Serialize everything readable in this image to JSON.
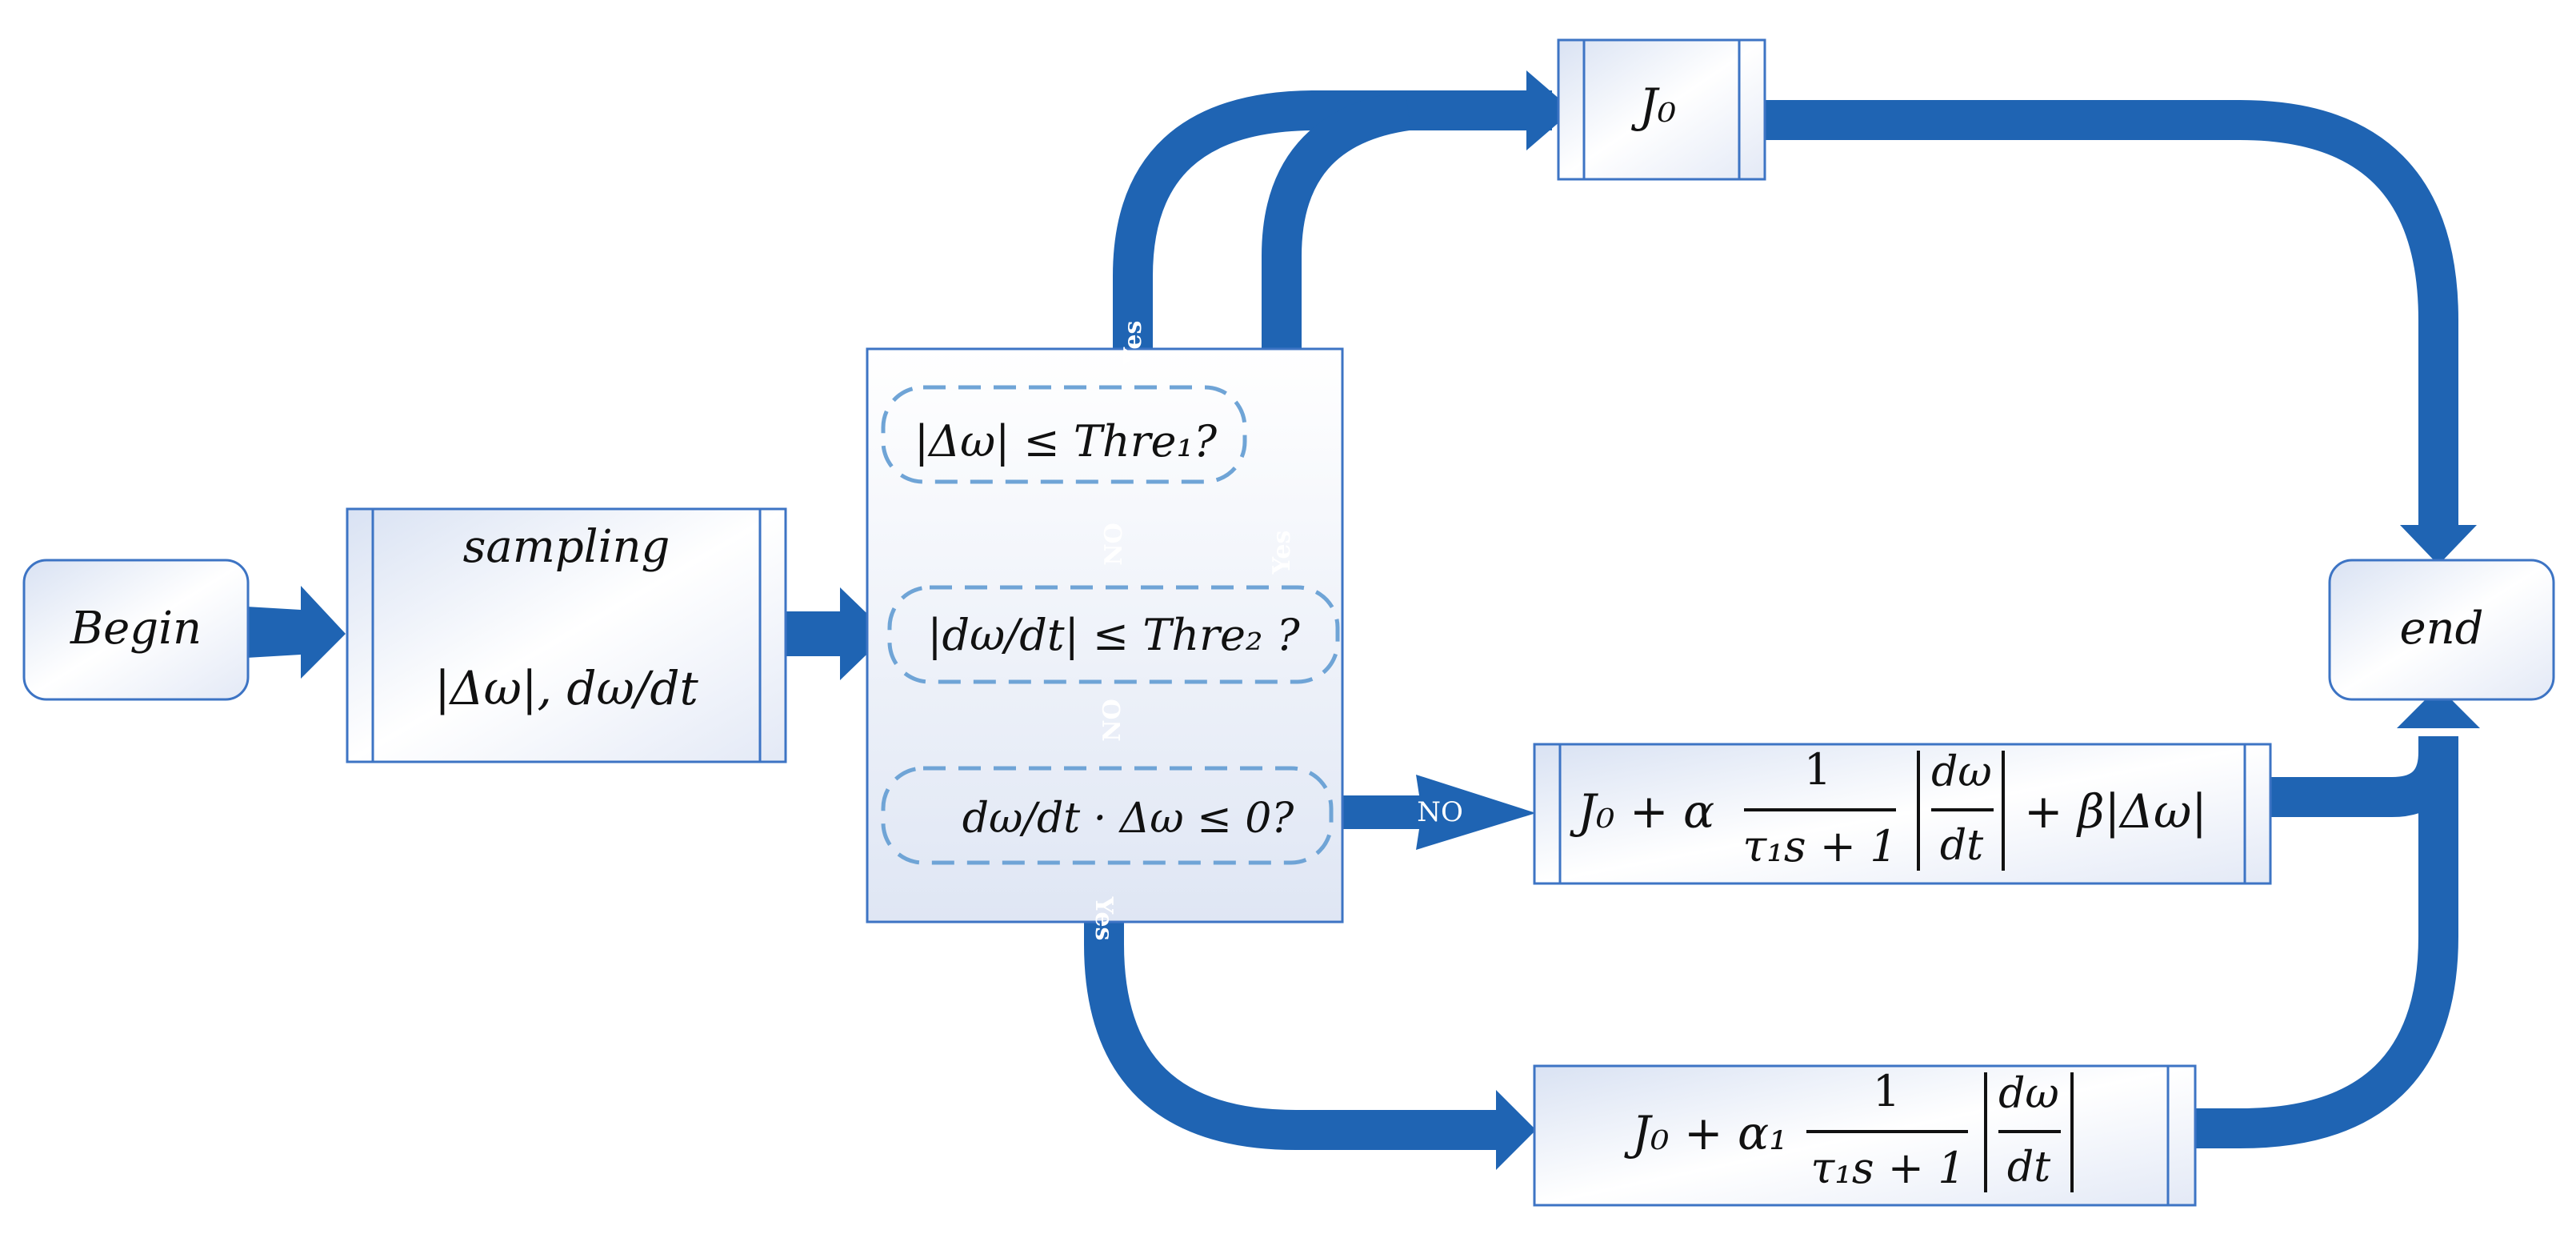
{
  "nodes": {
    "begin": "Begin",
    "sampling_title": "sampling",
    "sampling_vars": "|Δω|, dω/dt",
    "cond1": "|Δω| ≤ Thre₁?",
    "cond2": "|dω/dt| ≤ Thre₂ ?",
    "cond3": "dω/dt · Δω ≤ 0?",
    "j0": "J₀",
    "end": "end",
    "formula_mid": {
      "lead": "J₀ + α",
      "num": "1",
      "den": "τ₁s + 1",
      "abs_num": "dω",
      "abs_den": "dt",
      "tail": "+ β|Δω|"
    },
    "formula_bot": {
      "lead": "J₀ + α₁",
      "num": "1",
      "den": "τ₁s + 1",
      "abs_num": "dω",
      "abs_den": "dt"
    }
  },
  "edge_labels": {
    "yes1": "Yes",
    "yes2": "Yes",
    "yes3": "Yes",
    "no1": "NO",
    "no2": "NO",
    "no3": "NO"
  },
  "colors": {
    "arrow": "#1f64b3",
    "box_border": "#3d74c4",
    "box_fill_light": "#ffffff",
    "box_fill_shade": "#dde5f4",
    "dashed": "#6fa4d6"
  }
}
